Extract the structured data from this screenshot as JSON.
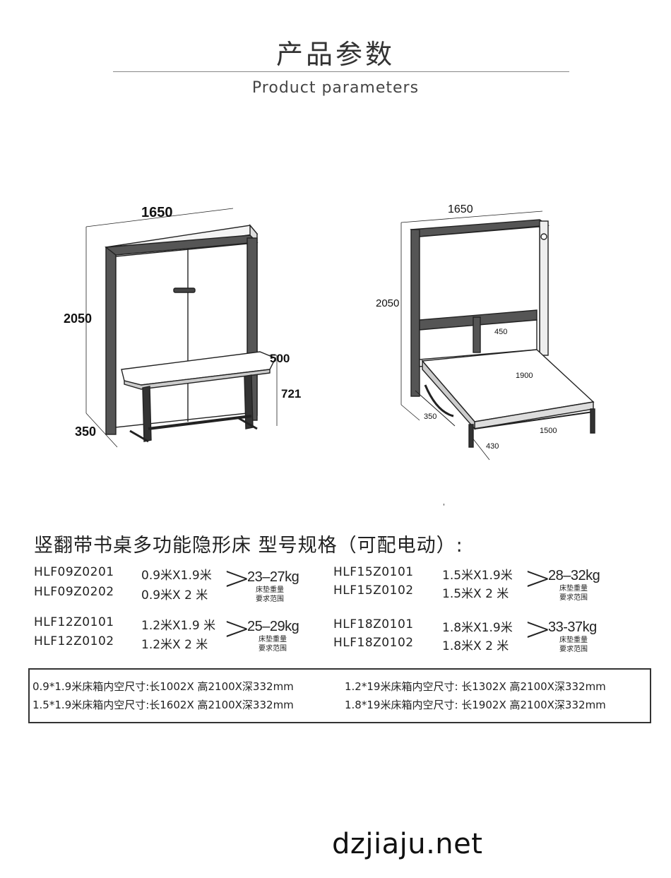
{
  "header": {
    "title_cn": "产品参数",
    "title_en": "Product parameters"
  },
  "diagram_left": {
    "dim_width": "1650",
    "dim_height": "2050",
    "dim_depth": "350",
    "dim_desk_depth": "500",
    "dim_desk_height": "721"
  },
  "diagram_right": {
    "dim_width": "1650",
    "dim_height": "2050",
    "dim_headboard": "450",
    "dim_length": "1900",
    "dim_depth": "350",
    "dim_bed_width": "1500",
    "dim_leg": "430"
  },
  "stray_mark": "'",
  "specs": {
    "heading": "竖翻带书桌多功能隐形床  型号规格（可配电动）:",
    "groups": [
      {
        "rows": [
          {
            "model": "HLF09Z0201",
            "size": "0.9米X1.9米"
          },
          {
            "model": "HLF09Z0202",
            "size": "0.9米X  2 米"
          }
        ],
        "weight": "23–27kg",
        "note1": "床垫重量",
        "note2": "要求范围"
      },
      {
        "rows": [
          {
            "model": "HLF15Z0101",
            "size": "1.5米X1.9米"
          },
          {
            "model": "HLF15Z0102",
            "size": "1.5米X  2 米"
          }
        ],
        "weight": "28–32kg",
        "note1": "床垫重量",
        "note2": "要求范围"
      },
      {
        "rows": [
          {
            "model": "HLF12Z0101",
            "size": "1.2米X1.9 米"
          },
          {
            "model": "HLF12Z0102",
            "size": "1.2米X  2 米"
          }
        ],
        "weight": "25–29kg",
        "note1": "床垫重量",
        "note2": "要求范围"
      },
      {
        "rows": [
          {
            "model": "HLF18Z0101",
            "size": "1.8米X1.9米"
          },
          {
            "model": "HLF18Z0102",
            "size": "1.8米X  2 米"
          }
        ],
        "weight": "33-37kg",
        "note1": "床垫重量",
        "note2": "要求范围"
      }
    ],
    "chevron": ">"
  },
  "inner_box": {
    "lines": [
      "0.9*1.9米床箱内空尺寸:长1002X 高2100X深332mm",
      "1.2*19米床箱内空尺寸: 长1302X 高2100X深332mm",
      "1.5*1.9米床箱内空尺寸:长1602X 高2100X深332mm",
      "1.8*19米床箱内空尺寸: 长1902X 高2100X深332mm"
    ]
  },
  "footer": {
    "site": "dzjiaju.net"
  }
}
